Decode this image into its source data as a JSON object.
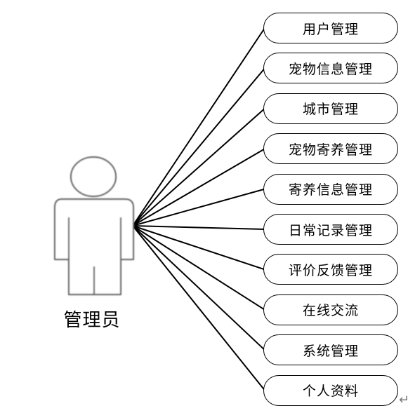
{
  "actor": {
    "label": "管理员",
    "icon": "person-icon"
  },
  "use_cases": [
    "用户管理",
    "宠物信息管理",
    "城市管理",
    "宠物寄养管理",
    "寄养信息管理",
    "日常记录管理",
    "评价反馈管理",
    "在线交流",
    "系统管理",
    "个人资料"
  ],
  "return_mark": "↵",
  "colors": {
    "line": "#000000",
    "actor_stroke": "#666666",
    "text": "#000000"
  }
}
